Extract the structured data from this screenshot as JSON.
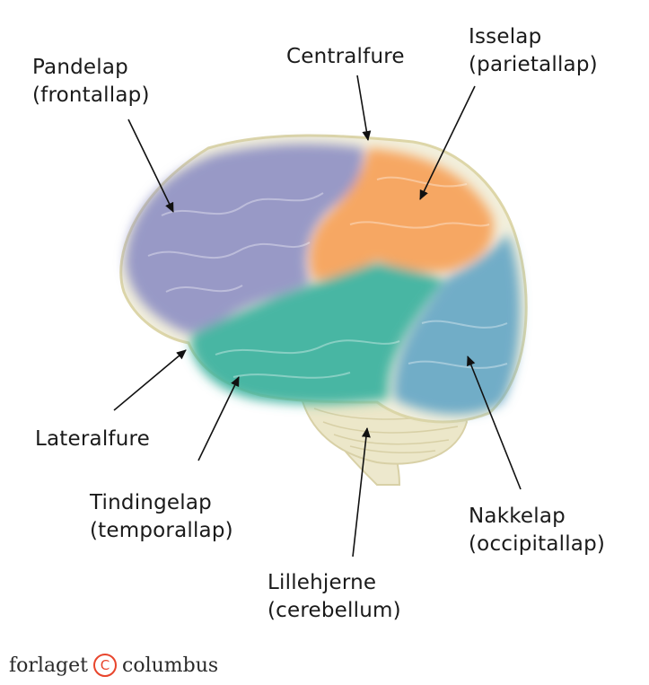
{
  "labels": {
    "frontal": {
      "name": "Pandelap",
      "latin": "(frontallap)"
    },
    "central": {
      "name": "Centralfure"
    },
    "parietal": {
      "name": "Isselap",
      "latin": "(parietallap)"
    },
    "lateral": {
      "name": "Lateralfure"
    },
    "temporal": {
      "name": "Tindingelap",
      "latin": "(temporallap)"
    },
    "cerebellum": {
      "name": "Lillehjerne",
      "latin": "(cerebellum)"
    },
    "occipital": {
      "name": "Nakkelap",
      "latin": "(occipitallap)"
    }
  },
  "colors": {
    "frontal": "#8e90c4",
    "parietal": "#f7a35c",
    "temporal": "#3fb3a0",
    "occipital": "#6aa9c6",
    "outline": "#ddd6a8",
    "cerebellum": "#ece7c9",
    "copyright": "#e8452c"
  },
  "footer": {
    "left": "forlaget",
    "symbol": "C",
    "right": "columbus"
  }
}
